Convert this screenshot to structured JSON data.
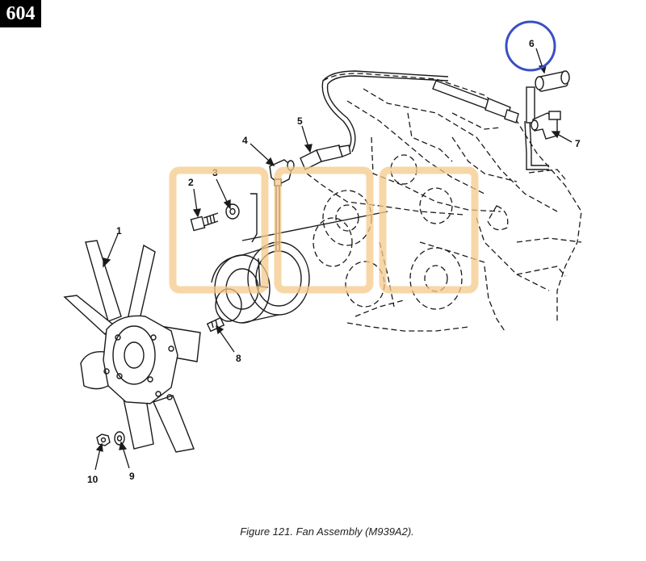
{
  "page_number": "604",
  "caption": "Figure 121.  Fan Assembly (M939A2).",
  "callouts": [
    "1",
    "2",
    "3",
    "4",
    "5",
    "6",
    "7",
    "8",
    "9",
    "10"
  ],
  "highlight_color": "#3b4fc4",
  "watermark_color": "#f4c98a"
}
